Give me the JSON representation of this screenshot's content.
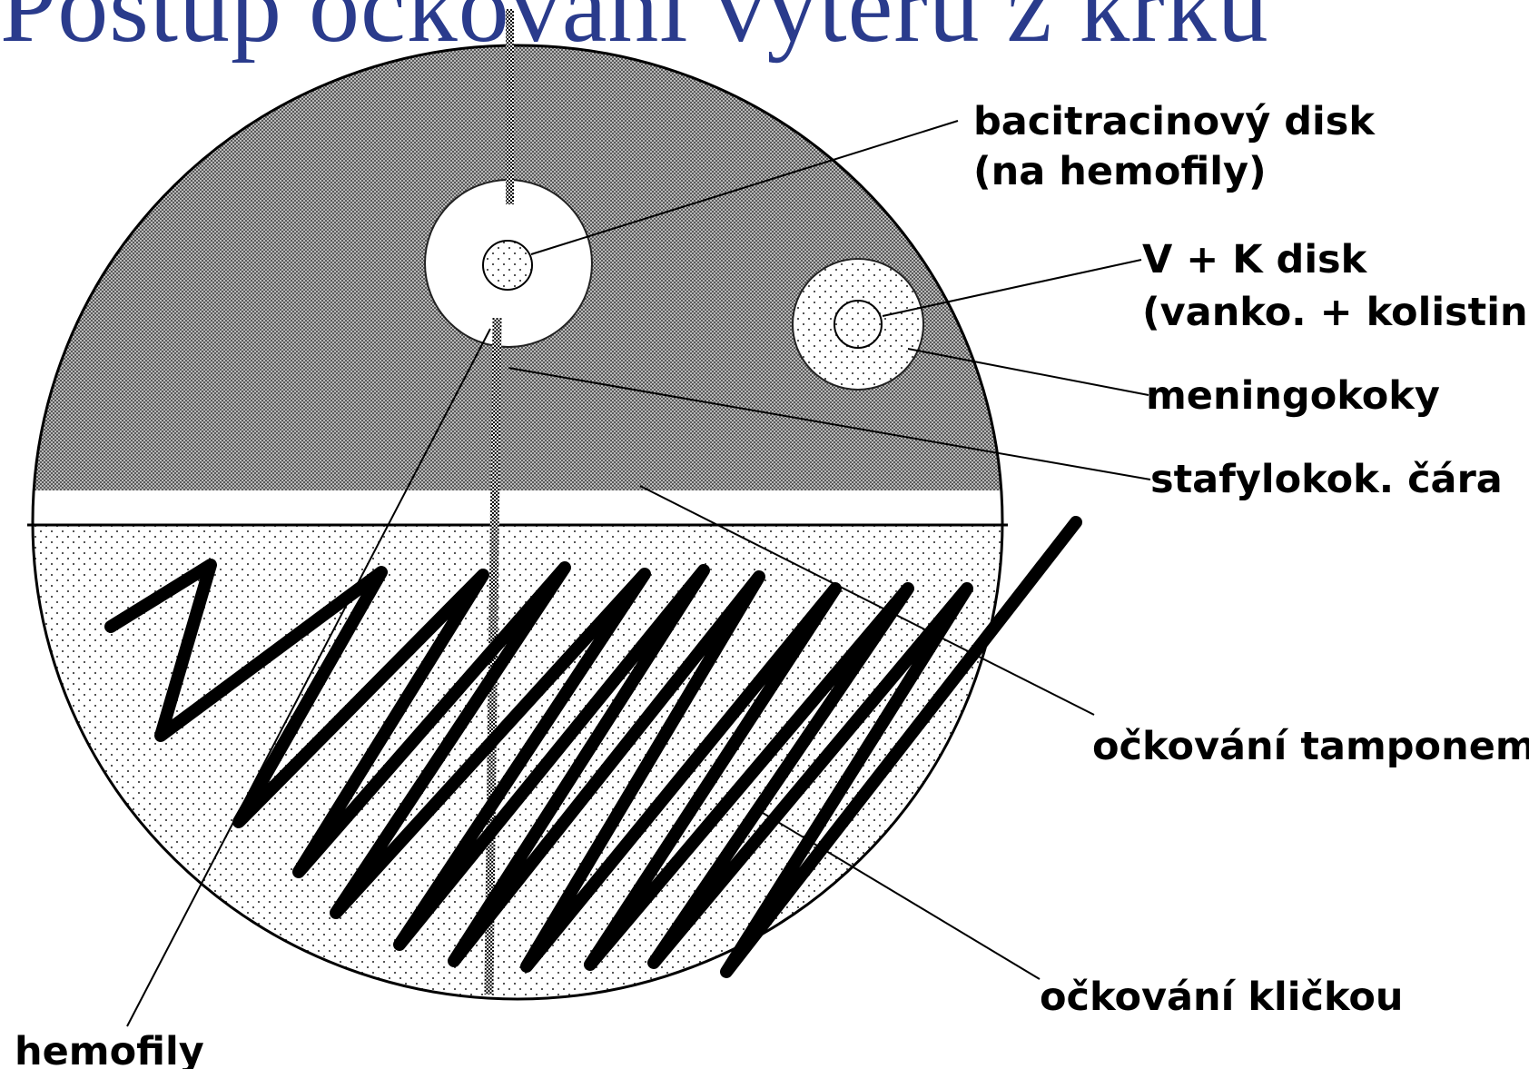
{
  "title": "Postup očkování výtěru z krku",
  "labels": {
    "bacitracin_disk": "bacitracinový disk",
    "bacitracin_disk_note": "(na hemofily)",
    "vk_disk": "V + K disk",
    "vk_disk_note": "(vanko. + kolistin)",
    "meningokoky": "meningokoky",
    "staph_line": "stafylokok. čára",
    "swab_inoculation": "očkování tamponem",
    "loop_inoculation": "očkování kličkou",
    "hemofily": "hemofily"
  },
  "colors": {
    "title": "#2a3b8c",
    "line": "#000000",
    "upper_fill": "#8a8a8a",
    "lower_fill": "#f2f2f2"
  }
}
